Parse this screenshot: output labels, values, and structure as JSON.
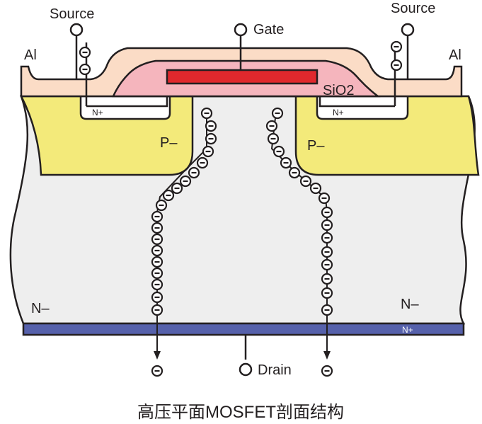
{
  "labels": {
    "source_left": "Source",
    "source_right": "Source",
    "gate": "Gate",
    "drain": "Drain",
    "al_left": "Al",
    "al_right": "Al",
    "sio2": "SiO2",
    "nplus_left": "N+",
    "nplus_right": "N+",
    "p_left": "P–",
    "p_right": "P–",
    "n_left": "N–",
    "n_right": "N–",
    "nplus_bottom": "N+",
    "caption": "高压平面MOSFET剖面结构"
  },
  "colors": {
    "aluminum": "#fbdcc6",
    "oxide": "#f5b5bd",
    "gate_poly": "#e0282d",
    "p_region": "#f3ea7a",
    "n_region": "#eeeeee",
    "n_plus_contact": "#ffffff",
    "drain_metal": "#5661ab",
    "outline": "#231f20"
  },
  "electron_symbol": "−"
}
